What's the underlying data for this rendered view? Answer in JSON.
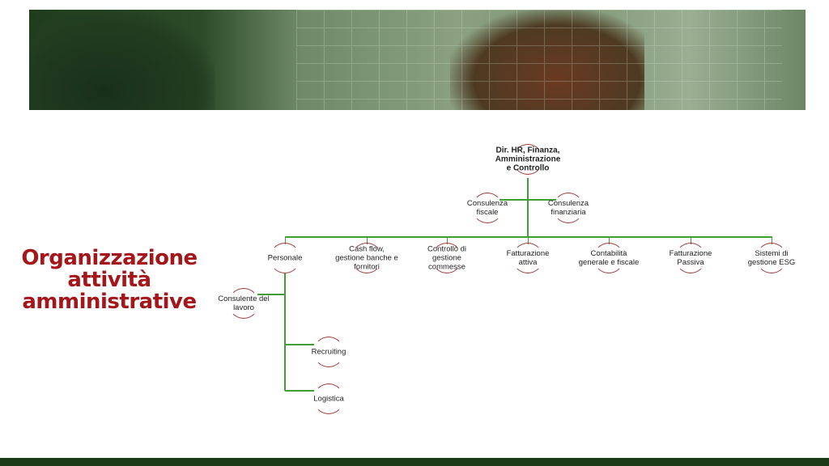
{
  "title": [
    "Organizzazione",
    "attività",
    "amministrative"
  ],
  "colors": {
    "title": "#a4161a",
    "connector": "#3f9f35",
    "arc": "#a33a3a",
    "footer": "#1d3a17"
  },
  "org": {
    "root": "Dir. HR, Finanza,\nAmministrazione\ne Controllo",
    "staff": [
      "Consulenza\nfiscale",
      "Consulenza\nfinanziaria"
    ],
    "units": [
      "Personale",
      "Cash flow,\ngestione banche e\nfornitori",
      "Controllo di\ngestione\ncommesse",
      "Fatturazione\nattiva",
      "Contabilità\ngenerale e fiscale",
      "Fatturazione\nPassiva",
      "Sistemi di\ngestione ESG"
    ],
    "personale_sub": [
      "Consulente del\nlavoro",
      "Recruiting",
      "Logistica"
    ]
  }
}
